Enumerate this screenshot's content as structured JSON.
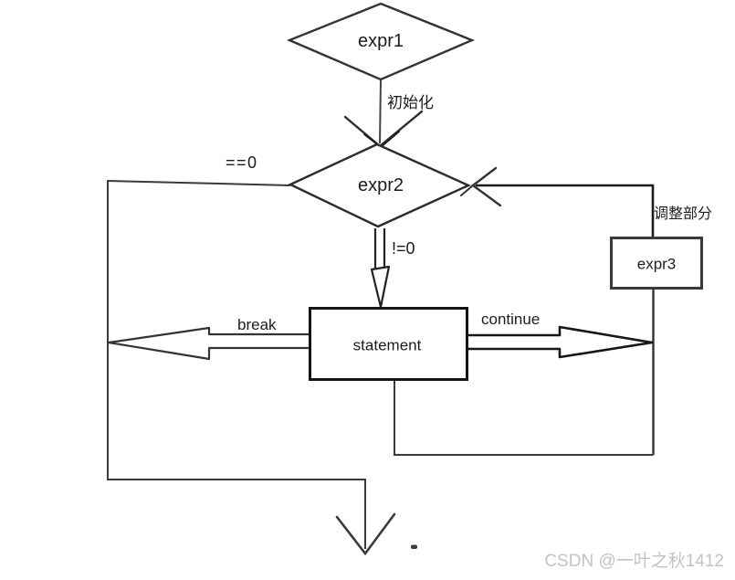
{
  "nodes": {
    "expr1": "expr1",
    "expr2": "expr2",
    "statement": "statement",
    "expr3": "expr3"
  },
  "edge_labels": {
    "init": "初始化",
    "cond_false": "==0",
    "cond_true": "!=0",
    "break": "break",
    "continue": "continue",
    "adjust": "调整部分"
  },
  "watermark": "CSDN @一叶之秋1412",
  "colors": {
    "line": "#3a3a3a",
    "bold_line": "#161616",
    "text": "#1c1c1c",
    "watermark": "#c3c3c3",
    "background": "#ffffff"
  },
  "flow_structure": {
    "type": "flowchart",
    "description_visible_only": false,
    "edges": [
      {
        "from": "expr1",
        "to": "expr2",
        "label": "初始化"
      },
      {
        "from": "expr2",
        "to": "exit",
        "label": "==0"
      },
      {
        "from": "expr2",
        "to": "statement",
        "label": "!=0"
      },
      {
        "from": "statement",
        "to": "exit",
        "label": "break"
      },
      {
        "from": "statement",
        "to": "expr3",
        "label": "continue"
      },
      {
        "from": "statement",
        "to": "expr3",
        "label": ""
      },
      {
        "from": "expr3",
        "to": "expr2",
        "label": "调整部分"
      }
    ]
  }
}
